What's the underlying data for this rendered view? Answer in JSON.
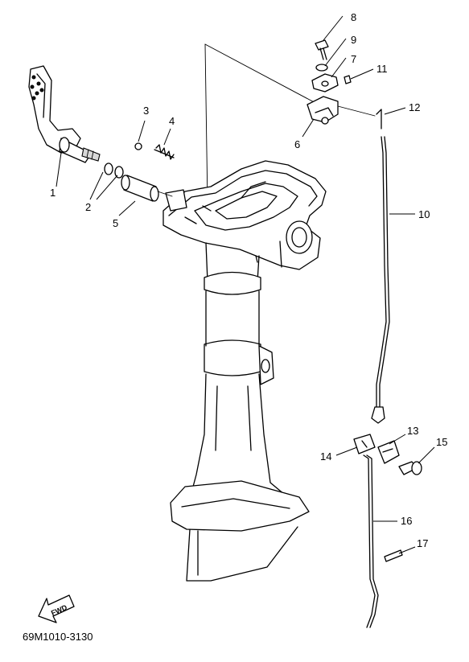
{
  "callouts": [
    {
      "id": "1",
      "label": "1"
    },
    {
      "id": "2",
      "label": "2"
    },
    {
      "id": "3",
      "label": "3"
    },
    {
      "id": "4",
      "label": "4"
    },
    {
      "id": "5",
      "label": "5"
    },
    {
      "id": "6",
      "label": "6"
    },
    {
      "id": "7",
      "label": "7"
    },
    {
      "id": "8",
      "label": "8"
    },
    {
      "id": "9",
      "label": "9"
    },
    {
      "id": "10",
      "label": "10"
    },
    {
      "id": "11",
      "label": "11"
    },
    {
      "id": "12",
      "label": "12"
    },
    {
      "id": "13",
      "label": "13"
    },
    {
      "id": "14",
      "label": "14"
    },
    {
      "id": "15",
      "label": "15"
    },
    {
      "id": "16",
      "label": "16"
    },
    {
      "id": "17",
      "label": "17"
    }
  ],
  "fwd_label": "FWD",
  "diagram_code": "69M1010-3130"
}
